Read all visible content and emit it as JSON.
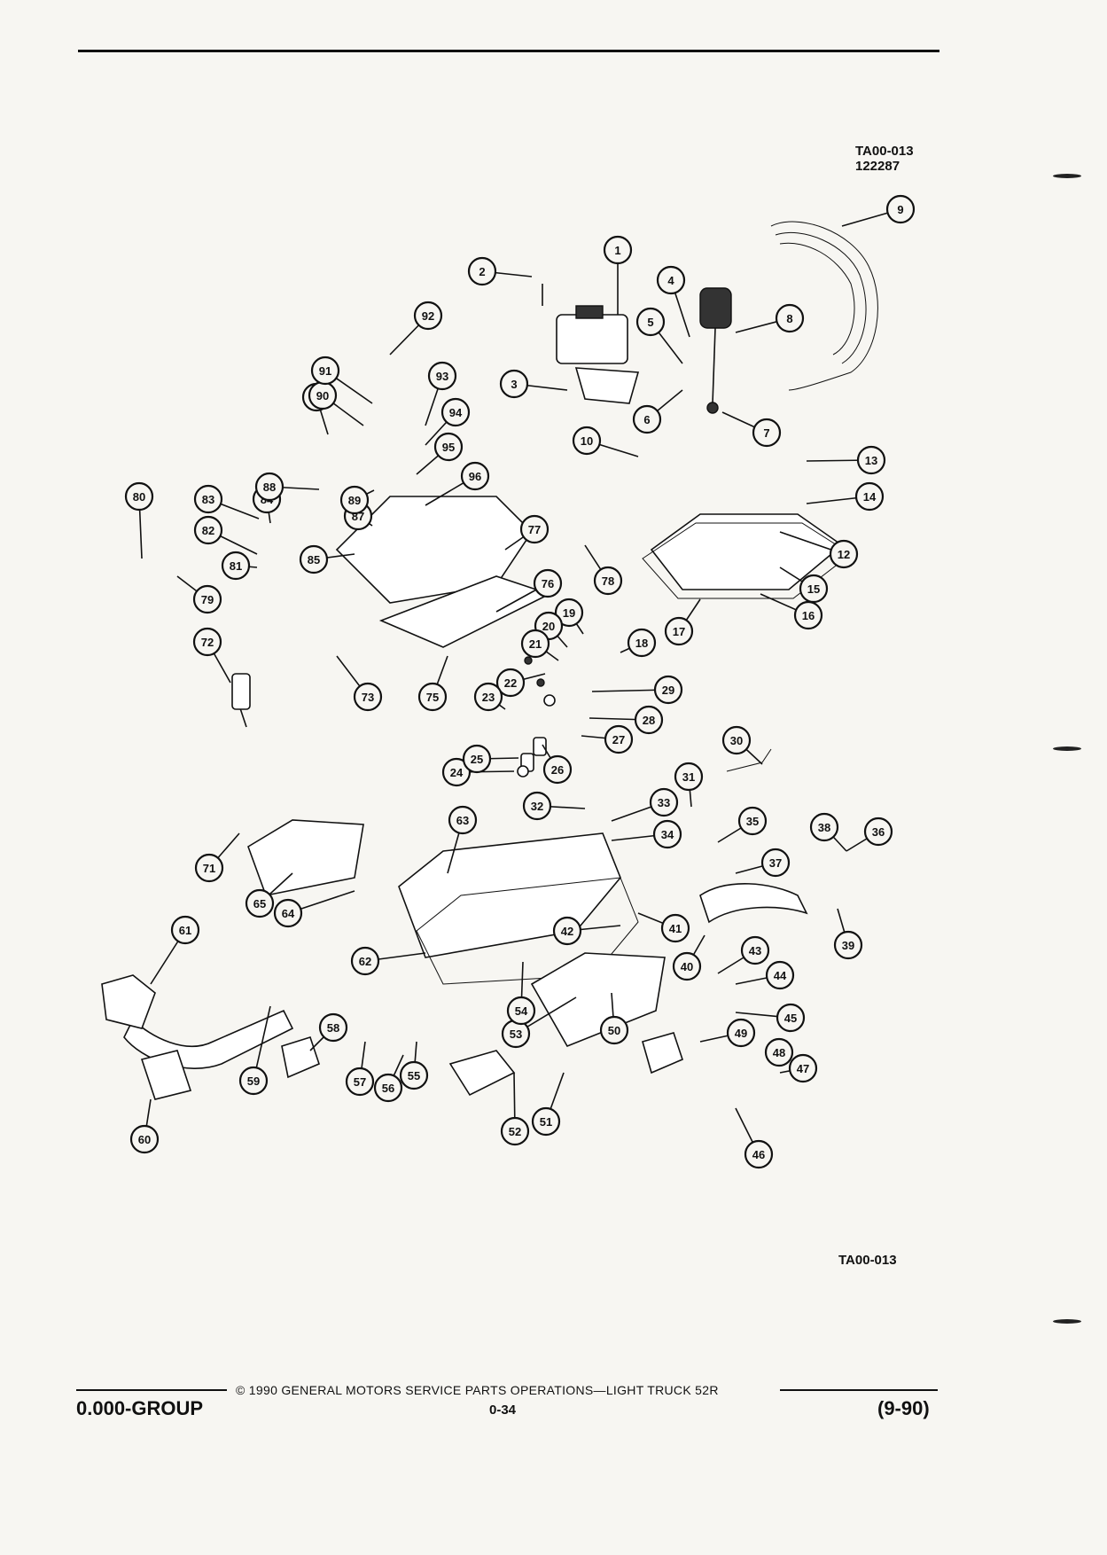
{
  "header": {
    "figure_code": "TA00-013",
    "figure_number": "122287"
  },
  "figure_label_bottom": "TA00-013",
  "footer": {
    "group": "0.000-GROUP",
    "copyright": "© 1990 GENERAL MOTORS SERVICE PARTS OPERATIONS—LIGHT TRUCK 52R",
    "page": "0-34",
    "date": "(9-90)"
  },
  "callouts": [
    "1",
    "2",
    "3",
    "4",
    "5",
    "6",
    "7",
    "8",
    "9",
    "10",
    "12",
    "13",
    "14",
    "15",
    "16",
    "17",
    "18",
    "19",
    "20",
    "21",
    "22",
    "23",
    "24",
    "25",
    "26",
    "27",
    "28",
    "29",
    "30",
    "31",
    "32",
    "33",
    "34",
    "35",
    "36",
    "37",
    "38",
    "39",
    "40",
    "41",
    "42",
    "43",
    "44",
    "45",
    "46",
    "47",
    "48",
    "49",
    "50",
    "51",
    "52",
    "53",
    "54",
    "55",
    "56",
    "57",
    "58",
    "59",
    "60",
    "61",
    "62",
    "63",
    "64",
    "65",
    "71",
    "72",
    "73",
    "74",
    "75",
    "76",
    "77",
    "78",
    "79",
    "80",
    "81",
    "82",
    "83",
    "84",
    "85",
    "87",
    "88",
    "89",
    "90",
    "91",
    "92",
    "93",
    "94",
    "95",
    "96"
  ]
}
